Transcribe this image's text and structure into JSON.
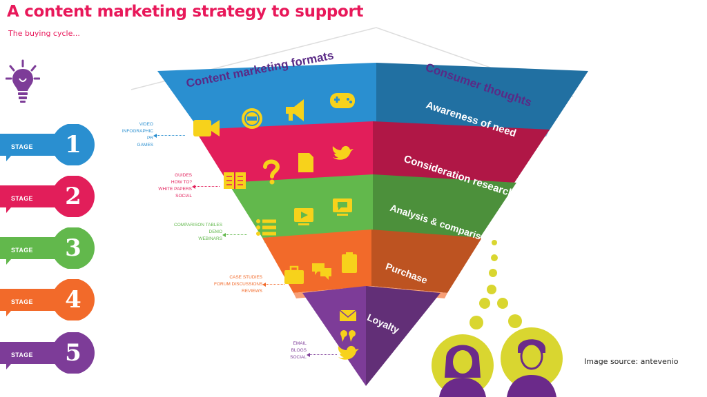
{
  "title": "A content marketing strategy to support",
  "subtitle": "The buying cycle...",
  "source": "Image source: antevenio",
  "column_headers": {
    "left": "Content marketing formats",
    "right": "Consumer thoughts"
  },
  "stage_word": "STAGE",
  "stages": [
    {
      "number": "1",
      "label": "Awareness of need",
      "color": "#2a8fd0",
      "formats": [
        "Video",
        "Infographic",
        "PR",
        "Games"
      ],
      "icons": [
        "video-camera-icon",
        "rss-icon",
        "megaphone-icon",
        "gamepad-icon"
      ],
      "format_text_color": "#2a8fd0"
    },
    {
      "number": "2",
      "label": "Consideration research",
      "color": "#e21e5a",
      "formats": [
        "Guides",
        "How to?",
        "White papers",
        "Social"
      ],
      "icons": [
        "book-icon",
        "question-icon",
        "document-icon",
        "twitter-bird-icon"
      ],
      "format_text_color": "#e21e5a"
    },
    {
      "number": "3",
      "label": "Analysis & comparison",
      "color": "#62b84c",
      "formats": [
        "Comparison tables",
        "Demo",
        "Webinars"
      ],
      "icons": [
        "list-icon",
        "play-screen-icon",
        "chat-screen-icon"
      ],
      "format_text_color": "#62b84c"
    },
    {
      "number": "4",
      "label": "Purchase",
      "color": "#f26a2a",
      "formats": [
        "Case studies",
        "Forum discussions",
        "Reviews"
      ],
      "icons": [
        "briefcase-icon",
        "speech-bubbles-icon",
        "clipboard-icon"
      ],
      "format_text_color": "#f26a2a"
    },
    {
      "number": "5",
      "label": "Loyalty",
      "color": "#7d3c98",
      "formats": [
        "Email",
        "Blogs",
        "Social"
      ],
      "icons": [
        "envelope-icon",
        "quote-icon",
        "twitter-bird-icon"
      ],
      "format_text_color": "#7d3c98"
    }
  ],
  "colors": {
    "title": "#e8185a",
    "icon_yellow": "#f7d21b",
    "header_purple": "#5a2a86",
    "person_yellow": "#d9d630",
    "person_purple": "#6b2a8a"
  }
}
